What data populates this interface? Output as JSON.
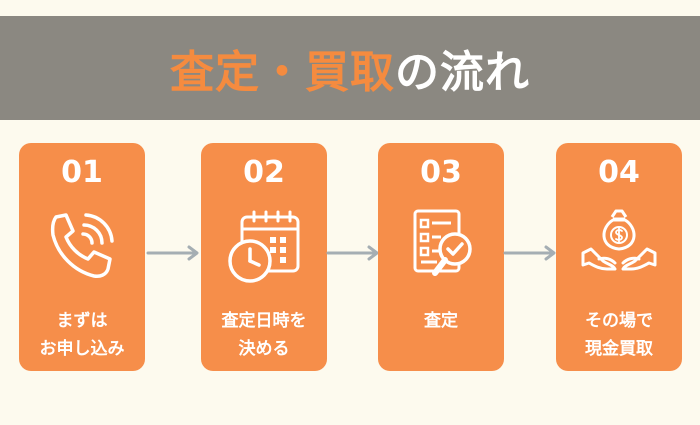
{
  "title": {
    "highlight": "査定・買取",
    "rest": "の流れ"
  },
  "steps": [
    {
      "number": "01",
      "icon": "phone-icon",
      "label_lines": [
        "まずは",
        "お申し込み"
      ]
    },
    {
      "number": "02",
      "icon": "calendar-clock-icon",
      "label_lines": [
        "査定日時を",
        "決める"
      ]
    },
    {
      "number": "03",
      "icon": "checklist-magnifier-icon",
      "label_lines": [
        "査定"
      ]
    },
    {
      "number": "04",
      "icon": "hands-money-bag-icon",
      "label_lines": [
        "その場で",
        "現金買取"
      ]
    }
  ],
  "colors": {
    "accent": "#f68e4a",
    "banner": "#8b8881",
    "background": "#fdfaee",
    "arrow": "#a5aeb3"
  }
}
